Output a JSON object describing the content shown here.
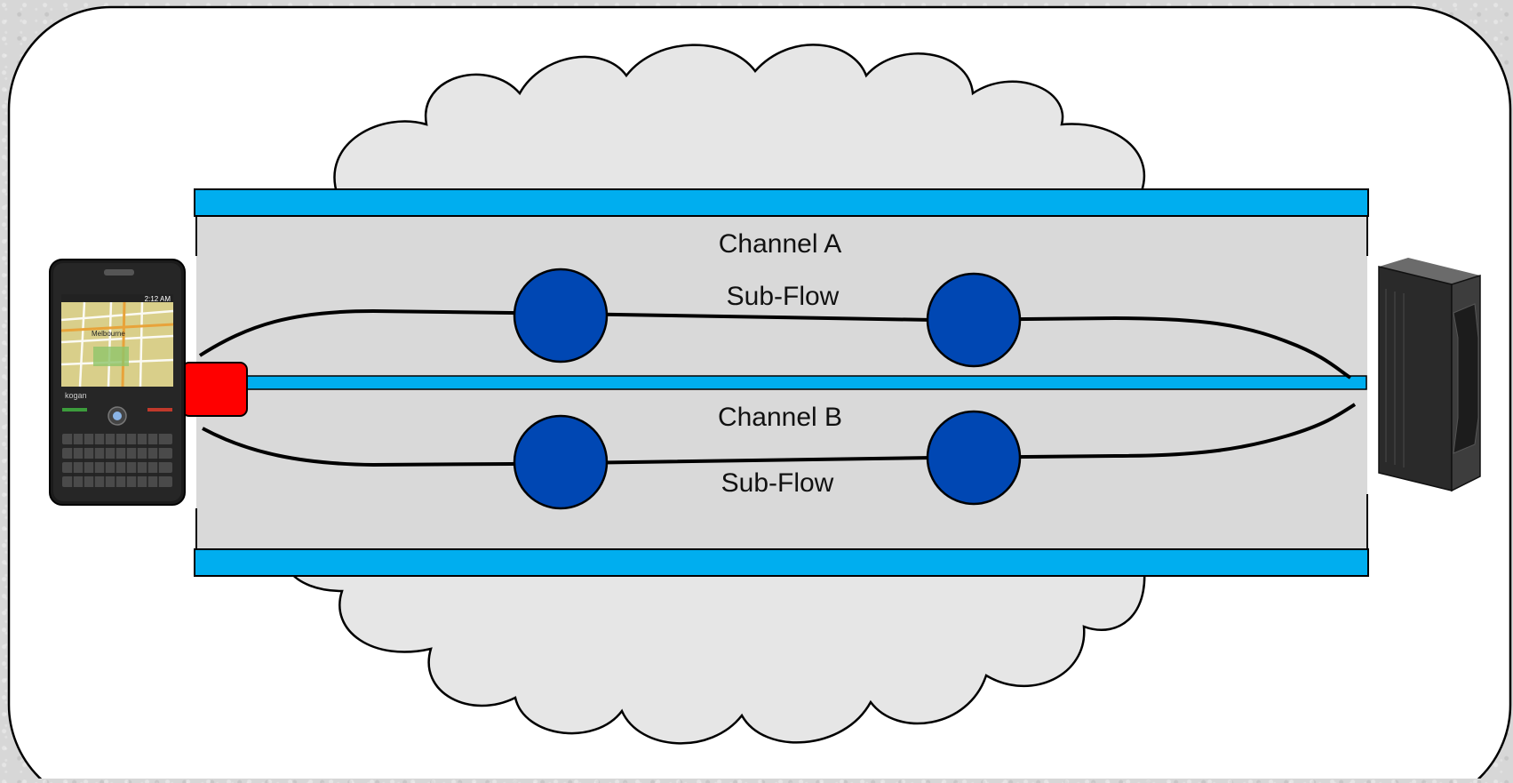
{
  "diagram": {
    "channel_a": {
      "label": "Channel A",
      "subflow_label": "Sub-Flow"
    },
    "channel_b": {
      "label": "Channel B",
      "subflow_label": "Sub-Flow"
    },
    "client_device": {
      "brand_text": "kogan",
      "map_text": "Melbourne",
      "clock": "2:12 AM"
    },
    "server_device": {
      "icon": "server-tower-icon"
    },
    "network_cloud": {
      "icon": "cloud-icon"
    },
    "colors": {
      "background": "#d7d7d7",
      "panel": "#ffffff",
      "cloud": "#e6e6e6",
      "pipe_interior": "#d9d9d9",
      "pipe_band": "#00aeef",
      "node": "#0047b3",
      "connector": "#ff0000",
      "line": "#000000"
    }
  }
}
